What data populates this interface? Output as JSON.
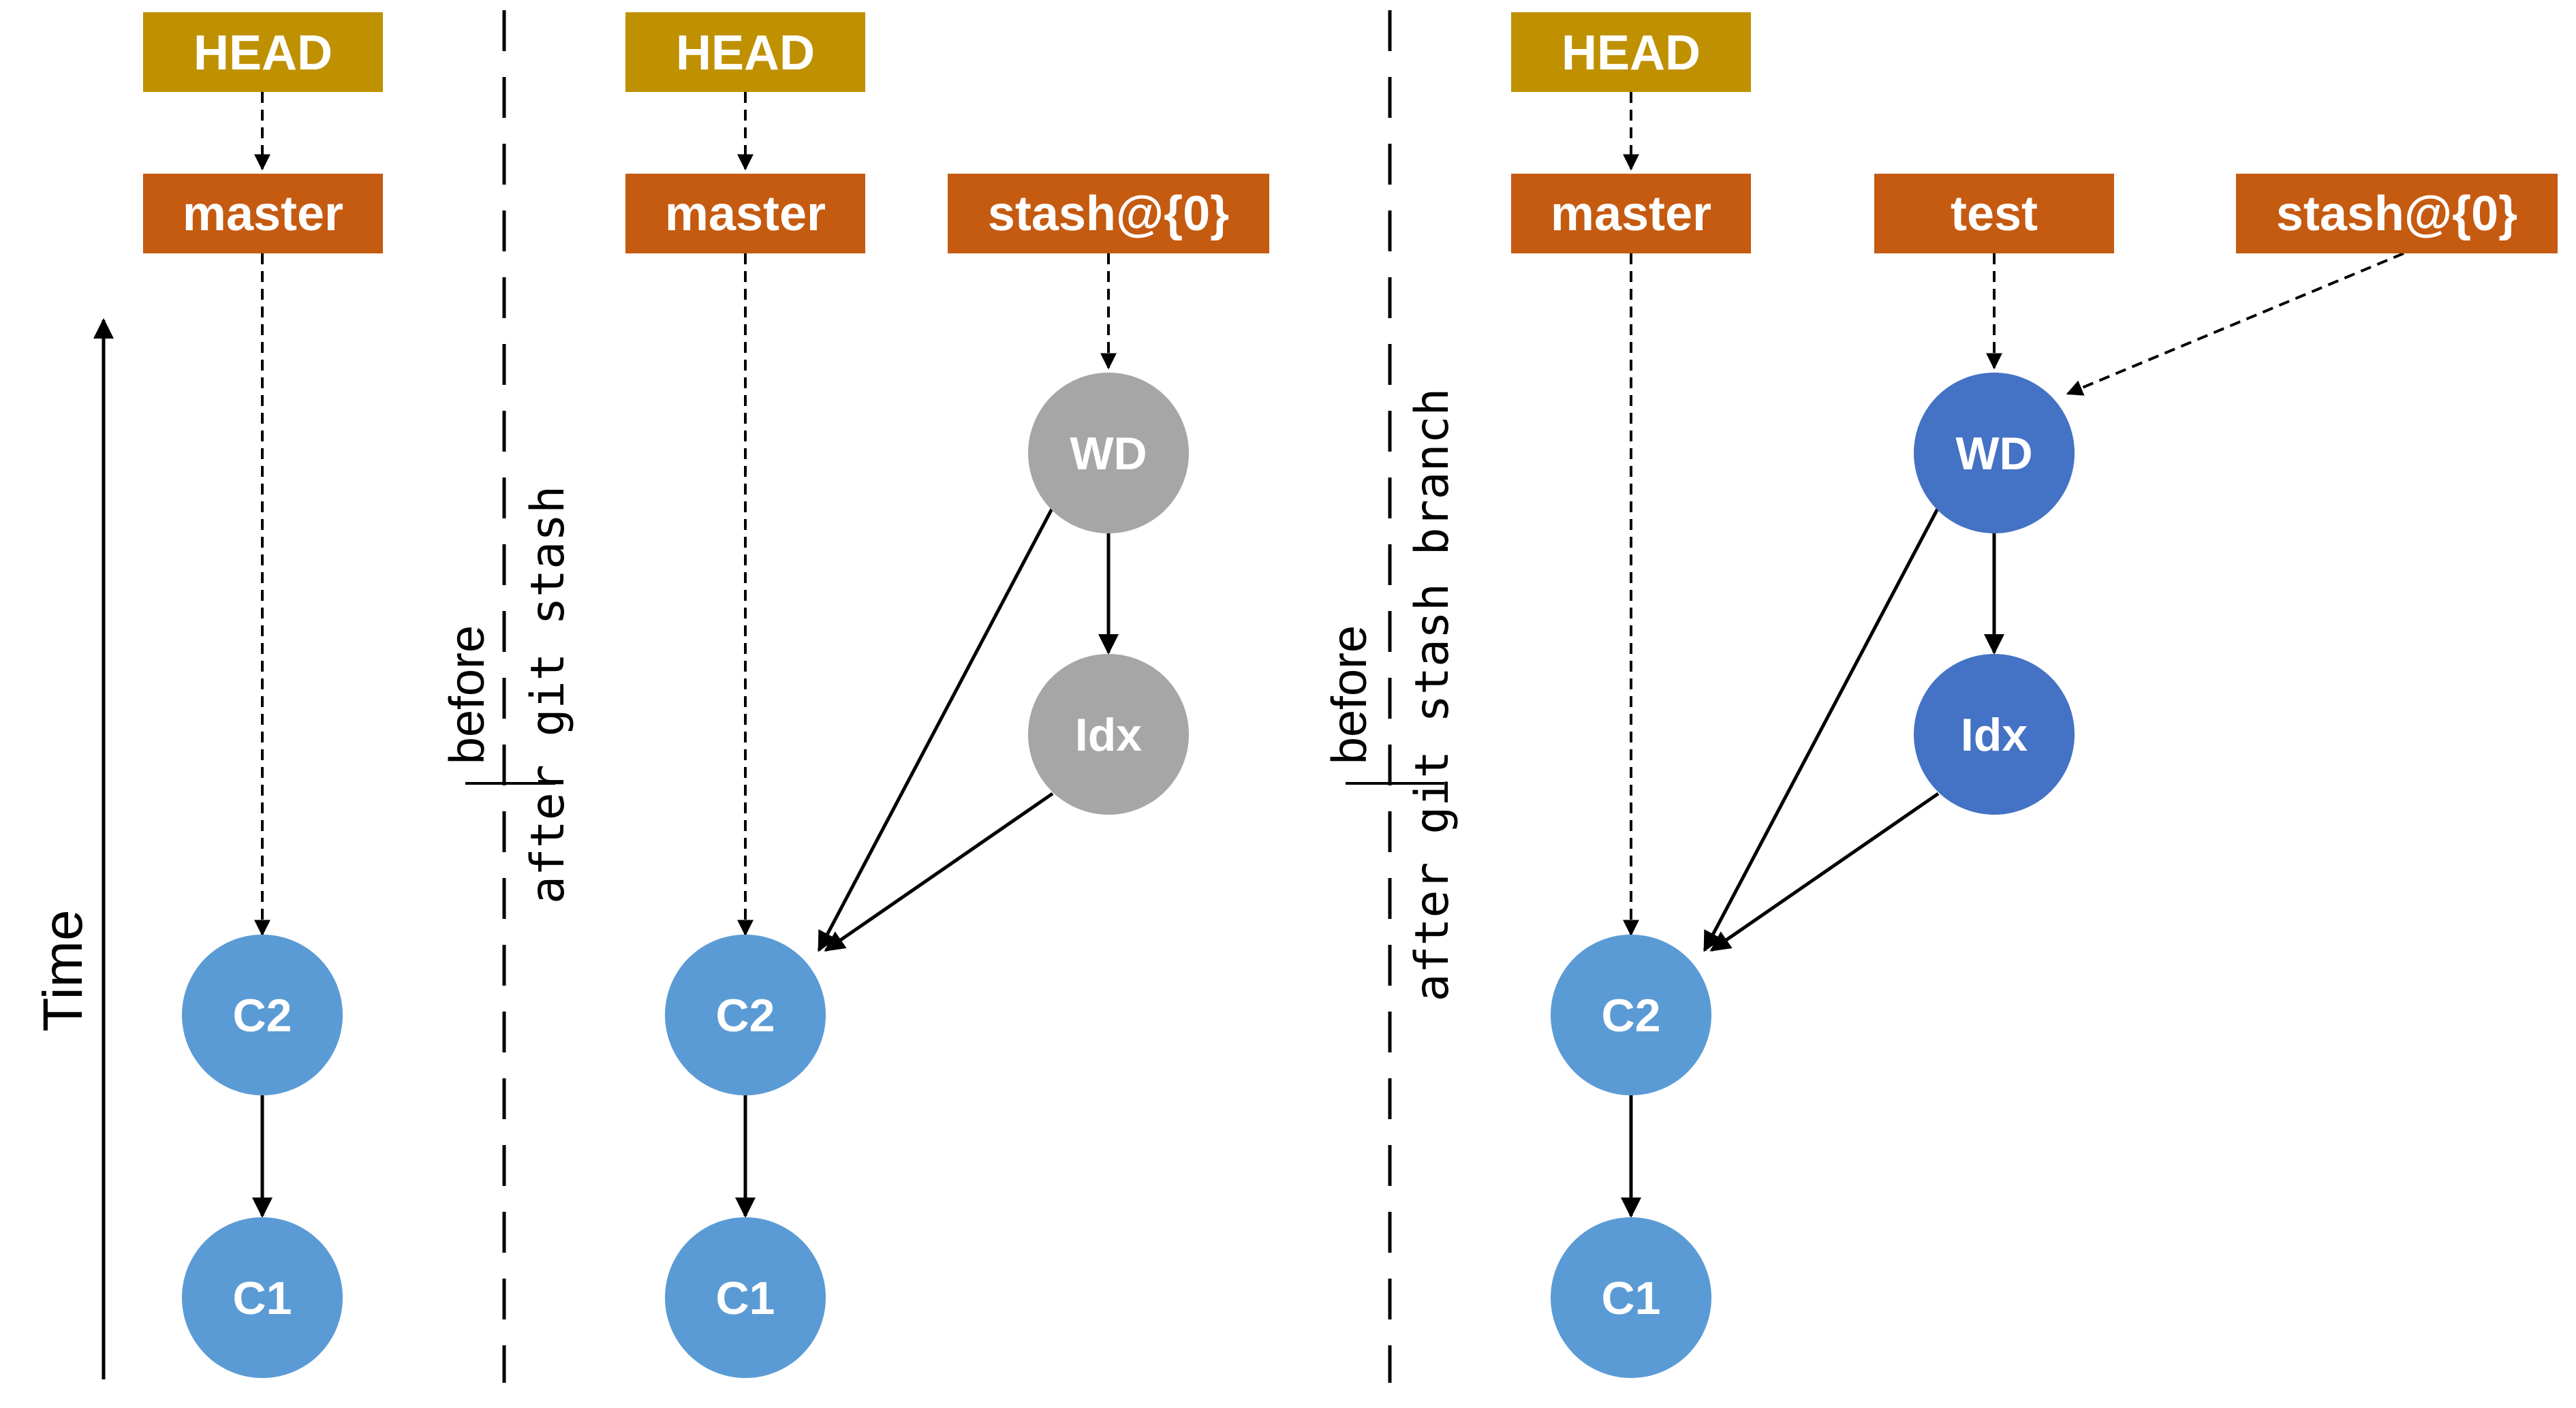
{
  "axis": {
    "time_label": "Time"
  },
  "separators": [
    {
      "before": "before",
      "after_prefix": "after ",
      "after_cmd": "git stash"
    },
    {
      "before": "before",
      "after_prefix": "after ",
      "after_cmd": "git stash branch"
    }
  ],
  "panels": [
    {
      "head": "HEAD",
      "branches": [
        {
          "key": "master",
          "label": "master"
        }
      ],
      "nodes": [
        {
          "key": "c2",
          "label": "C2"
        },
        {
          "key": "c1",
          "label": "C1"
        }
      ]
    },
    {
      "head": "HEAD",
      "branches": [
        {
          "key": "master",
          "label": "master"
        },
        {
          "key": "stash",
          "label": "stash@{0}"
        }
      ],
      "nodes": [
        {
          "key": "wd",
          "label": "WD"
        },
        {
          "key": "idx",
          "label": "Idx"
        },
        {
          "key": "c2",
          "label": "C2"
        },
        {
          "key": "c1",
          "label": "C1"
        }
      ]
    },
    {
      "head": "HEAD",
      "branches": [
        {
          "key": "master",
          "label": "master"
        },
        {
          "key": "test",
          "label": "test"
        },
        {
          "key": "stash",
          "label": "stash@{0}"
        }
      ],
      "nodes": [
        {
          "key": "wd",
          "label": "WD"
        },
        {
          "key": "idx",
          "label": "Idx"
        },
        {
          "key": "c2",
          "label": "C2"
        },
        {
          "key": "c1",
          "label": "C1"
        }
      ]
    }
  ],
  "colors": {
    "head": "#BF9000",
    "branch": "#C55A11",
    "commit": "#5B9BD5",
    "stash_commit": "#A6A6A6",
    "branch_commit": "#4472C4",
    "arrow": "#000000"
  }
}
